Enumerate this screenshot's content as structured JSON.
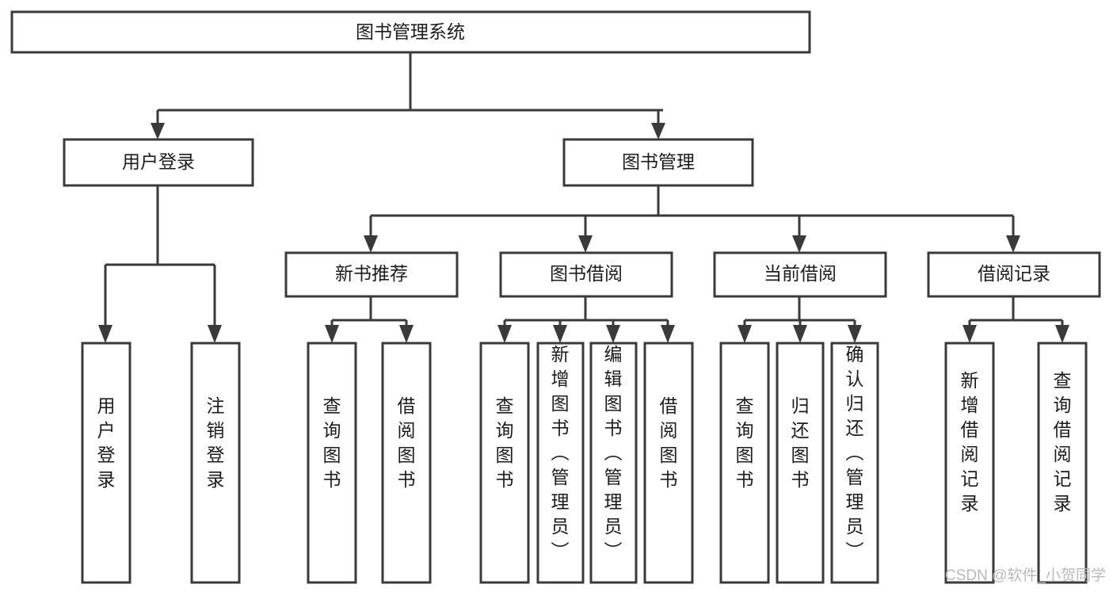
{
  "diagram": {
    "title": "图书管理系统",
    "type": "tree-hierarchy",
    "root": {
      "label": "图书管理系统"
    },
    "level2": [
      {
        "label": "用户登录"
      },
      {
        "label": "图书管理"
      }
    ],
    "level3": [
      {
        "label": "新书推荐"
      },
      {
        "label": "图书借阅"
      },
      {
        "label": "当前借阅"
      },
      {
        "label": "借阅记录"
      }
    ],
    "leaves": {
      "user_login": [
        {
          "label": "用户登录"
        },
        {
          "label": "注销登录"
        }
      ],
      "new_book_recommend": [
        {
          "label": "查询图书"
        },
        {
          "label": "借阅图书"
        }
      ],
      "book_borrow": [
        {
          "label": "查询图书"
        },
        {
          "label": "新增图书（管理员）"
        },
        {
          "label": "编辑图书（管理员）"
        },
        {
          "label": "借阅图书"
        }
      ],
      "current_borrow": [
        {
          "label": "查询图书"
        },
        {
          "label": "归还图书"
        },
        {
          "label": "确认归还（管理员）"
        }
      ],
      "borrow_record": [
        {
          "label": "新增借阅记录"
        },
        {
          "label": "查询借阅记录"
        }
      ]
    }
  },
  "watermark": {
    "text": "CSDN @软件_小贺同学"
  },
  "colors": {
    "box_stroke": "#3a3a3a",
    "box_fill": "#ffffff",
    "text": "#1c1c1c",
    "watermark": "#b9b9b9",
    "background": "#ffffff"
  }
}
